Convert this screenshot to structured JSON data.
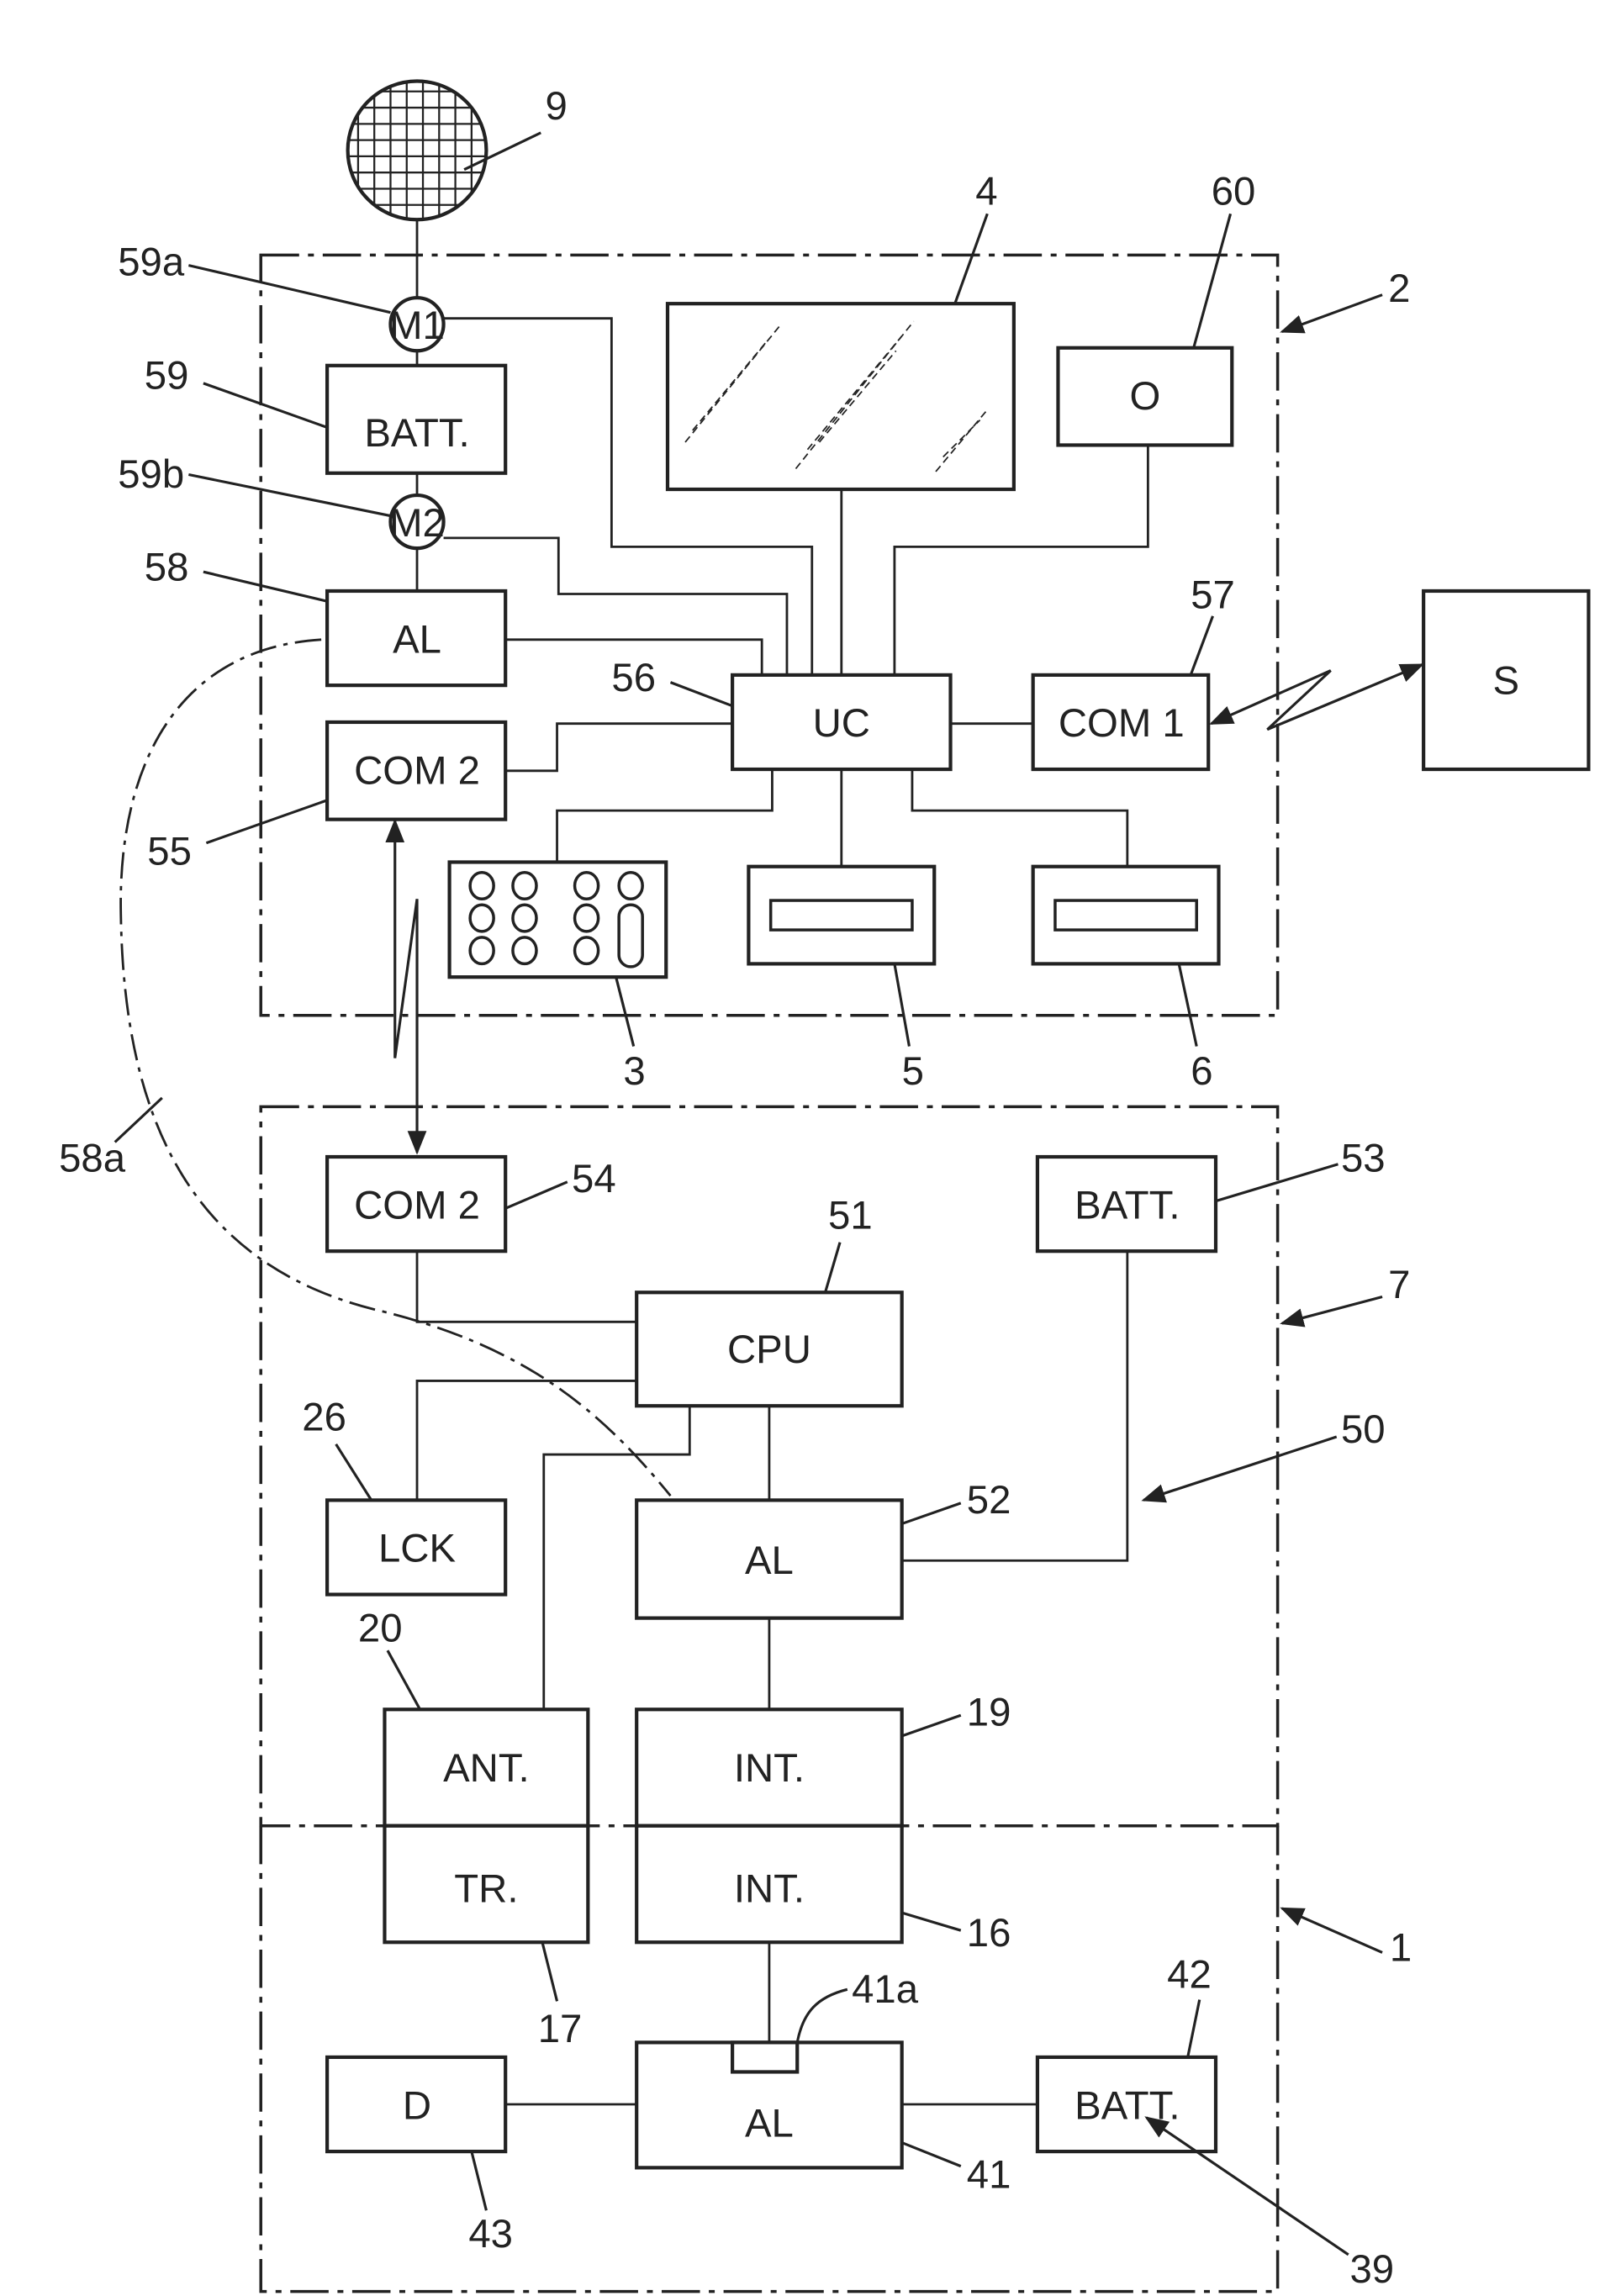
{
  "figure": {
    "blocks": {
      "m1": "M1",
      "batt_top": "BATT.",
      "m2": "M2",
      "al_58": "AL",
      "com2_55": "COM 2",
      "uc": "UC",
      "com1": "COM 1",
      "s": "S",
      "o": "O",
      "com2_54": "COM 2",
      "batt_53": "BATT.",
      "cpu": "CPU",
      "lck": "LCK",
      "al_52": "AL",
      "ant": "ANT.",
      "int_19": "INT.",
      "tr": "TR.",
      "int_16": "INT.",
      "d": "D",
      "al_41": "AL",
      "batt_42": "BATT."
    },
    "refs": {
      "r9": "9",
      "r59a": "59a",
      "r59": "59",
      "r59b": "59b",
      "r58": "58",
      "r55": "55",
      "r58a": "58a",
      "r56": "56",
      "r4": "4",
      "r60": "60",
      "r2": "2",
      "r57": "57",
      "r3": "3",
      "r5": "5",
      "r6": "6",
      "r54": "54",
      "r51": "51",
      "r53": "53",
      "r7": "7",
      "r26": "26",
      "r50": "50",
      "r52": "52",
      "r20": "20",
      "r19": "19",
      "r16": "16",
      "r1": "1",
      "r17": "17",
      "r41a": "41a",
      "r42": "42",
      "r43": "43",
      "r41": "41",
      "r39": "39"
    }
  }
}
